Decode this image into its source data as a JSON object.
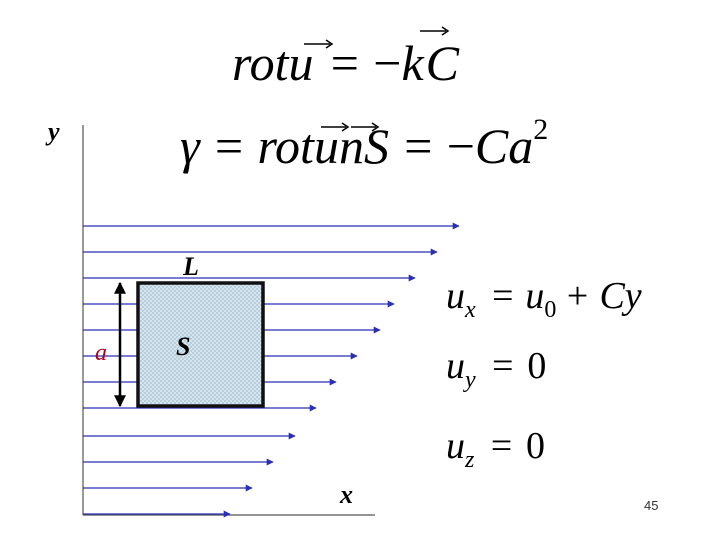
{
  "formulas": {
    "line1": {
      "lhs_op": "rot",
      "lhs_vec": "u",
      "eq": "=",
      "rhs_sign": "−",
      "rhs_vec": "k",
      "rhs_var": "C"
    },
    "line2": {
      "gamma": "γ",
      "eq1": "=",
      "op": "rot",
      "vec1": "u",
      "vec2": "n",
      "area": "S",
      "eq2": "=",
      "sign": "−",
      "coef": "Ca",
      "power": "2"
    }
  },
  "axes": {
    "y_label": "y",
    "x_label": "x"
  },
  "square": {
    "top_label": "L",
    "center_label": "S",
    "side_label": "a"
  },
  "equations": [
    {
      "var": "u",
      "sub": "x",
      "eq": "=",
      "rhs_var": "u",
      "rhs_sub": "0",
      "rhs_rest": "+ Cy"
    },
    {
      "var": "u",
      "sub": "y",
      "eq": "=",
      "rhs_var": "",
      "rhs_sub": "",
      "rhs_rest": "0"
    },
    {
      "var": "u",
      "sub": "z",
      "eq": "=",
      "rhs_var": "",
      "rhs_sub": "",
      "rhs_rest": "0"
    }
  ],
  "page_number": "45",
  "colors": {
    "arrow": "#2a2fb8",
    "square_fill": "#cfe3ee",
    "side_label": "#b00020"
  }
}
